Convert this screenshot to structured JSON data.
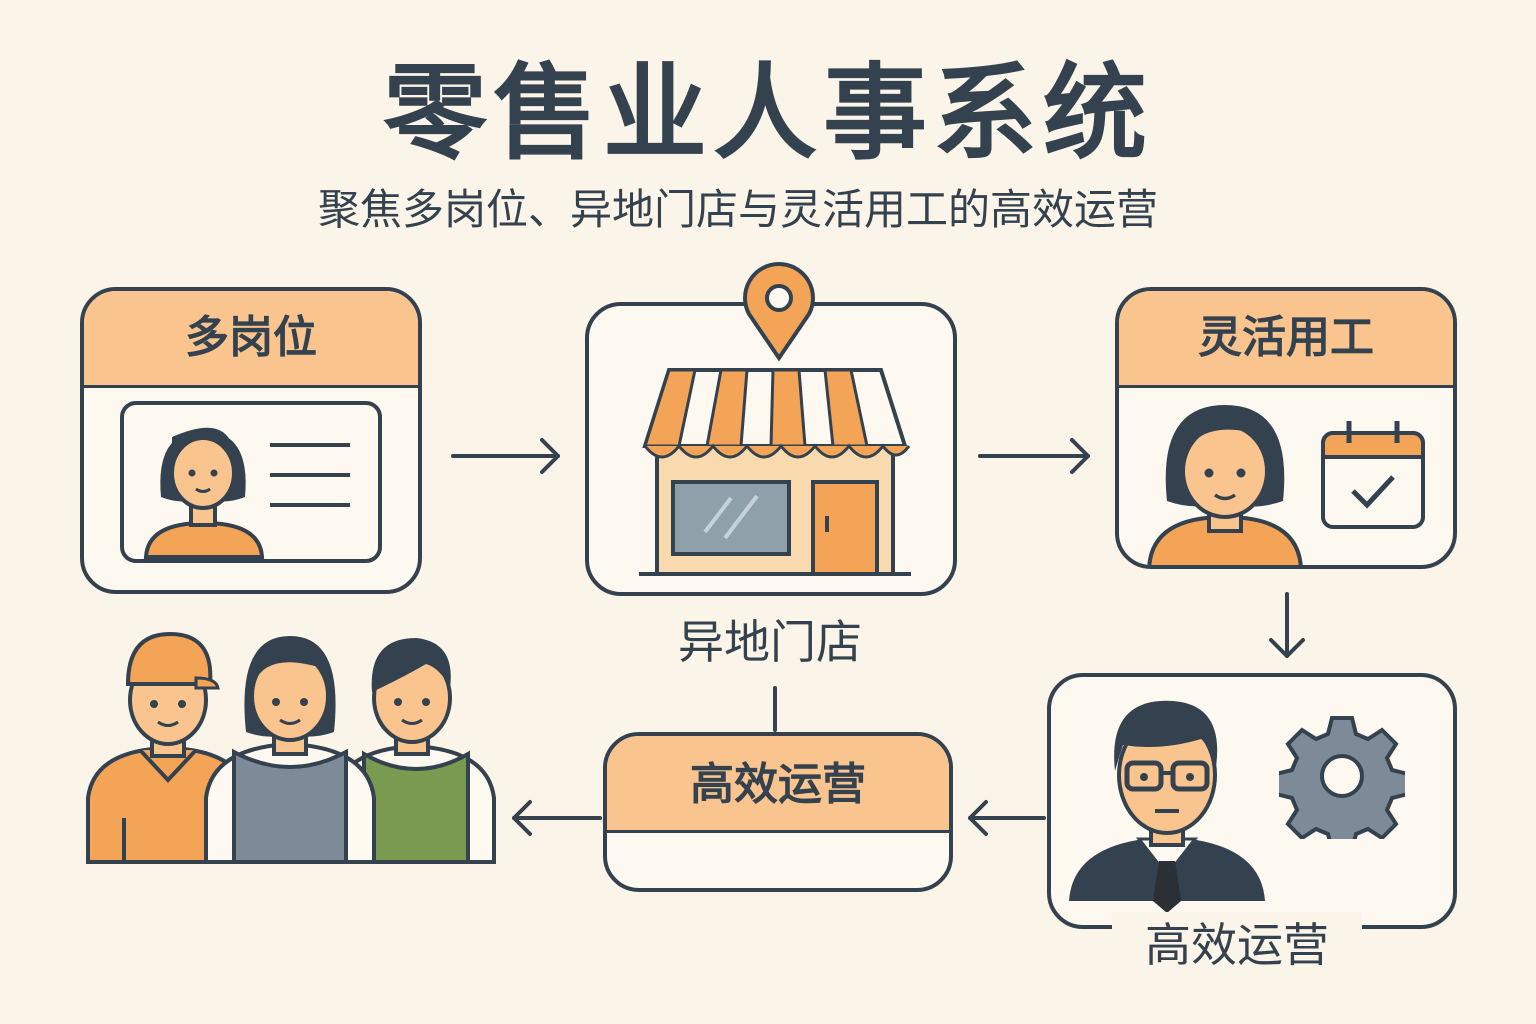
{
  "header": {
    "title": "零售业人事系统",
    "subtitle": "聚焦多岗位、异地门店与灵活用工的高效运营"
  },
  "cards": {
    "multi_role": {
      "heading": "多岗位"
    },
    "remote_store": {
      "label": "异地门店"
    },
    "flexible": {
      "heading": "灵活用工"
    },
    "efficiency_center": {
      "heading": "高效运营"
    },
    "efficiency_manager": {
      "label": "高效运营"
    }
  },
  "icons": {
    "multi_role": [
      "person-icon",
      "id-card-icon"
    ],
    "remote_store": [
      "location-pin-icon",
      "storefront-icon"
    ],
    "flexible": [
      "person-icon",
      "calendar-check-icon"
    ],
    "efficiency_manager": [
      "manager-icon",
      "gear-icon"
    ],
    "staff": [
      "staff-group-icon"
    ]
  },
  "colors": {
    "background": "#fbf5e9",
    "outline": "#34414e",
    "accent_orange": "#f4a457",
    "header_orange": "#f9c48d",
    "gray_blue": "#7d8b98",
    "green": "#7a9a4f"
  }
}
